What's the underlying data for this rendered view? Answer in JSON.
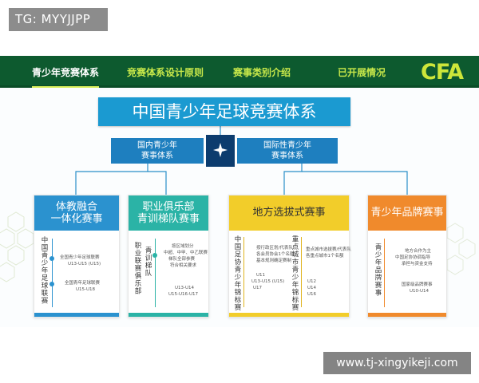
{
  "watermarks": {
    "top_left": "TG: MYYJJPP",
    "bottom_right": "www.tj-xingyikeji.com"
  },
  "nav": {
    "items": [
      "青少年竞赛体系",
      "竞赛体系设计原则",
      "赛事类别介绍",
      "已开展情况"
    ],
    "logo": "CFA"
  },
  "diagram": {
    "title": "中国青少年足球竞赛体系",
    "left_branch": [
      "国内青少年",
      "赛事体系"
    ],
    "right_branch": [
      "国际性青少年",
      "赛事体系"
    ],
    "center_icon": "sparkle-icon",
    "cards": [
      {
        "title_lines": [
          "体教融合",
          "一体化赛事"
        ],
        "vertical": "中国青少年足球联赛",
        "bullets": [
          {
            "text": "全国青少年足球联赛",
            "sub": "U13-U15 (U15)"
          },
          {
            "text": "全国青年足球联赛",
            "sub": "U15-U18"
          }
        ]
      },
      {
        "title_lines": [
          "职业俱乐部",
          "青训梯队赛事"
        ],
        "vertical": "职业联赛俱乐部",
        "vertical2": "青训梯队",
        "notes": [
          "按区域划分",
          "中超、中甲、中乙联赛",
          "梯队全部参赛",
          "符合相关要求"
        ],
        "subs": [
          "U13-U14",
          "U15-U16-U17"
        ]
      },
      {
        "title_lines": [
          "地方选拔式赛事"
        ],
        "vertical": "中国足协青少年锦标赛",
        "vertical2": "重点城市青少年锦标赛",
        "notes_left": [
          "按行政区划/代表队",
          "各会员协会1个名额",
          "基本规则确定赛制"
        ],
        "subs_left": [
          "U11",
          "U13-U15 (U15)",
          "U17"
        ],
        "notes_right": [
          "重点城市选拔赛/代表队",
          "各重点城市1个名额"
        ],
        "subs_right": [
          "U12",
          "U14",
          "U16"
        ]
      },
      {
        "title_lines": [
          "青少年品牌赛事"
        ],
        "vertical": "青少年品牌赛事",
        "notes": [
          "地方合作为主",
          "中国足协协调指导",
          "承担与资金支持"
        ],
        "subs": [
          "国家级品牌赛事",
          "U10-U14"
        ]
      }
    ]
  },
  "colors": {
    "nav_bg": "#0d5a2f",
    "nav_text": "#c8e84a",
    "title": "#1b9ad1",
    "branch": "#1e7fbf",
    "center": "#0c3c6e",
    "card1": "#2b92cf",
    "card2": "#2bb3a6",
    "card3": "#f2cd2a",
    "card4": "#f08a2c"
  }
}
